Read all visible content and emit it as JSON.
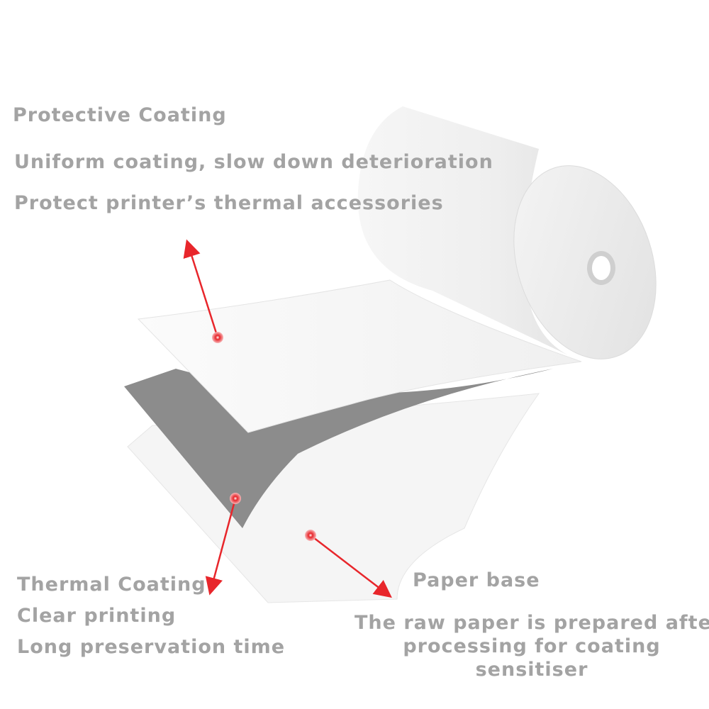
{
  "protective": {
    "title": "Protective Coating",
    "line1": "Uniform coating, slow down deterioration",
    "line2": "Protect printer’s thermal accessories"
  },
  "thermal": {
    "title": "Thermal Coating",
    "line1": "Clear printing",
    "line2": "Long preservation time"
  },
  "base": {
    "title": "Paper base",
    "line1": "The raw paper is prepared after",
    "line2": "processing for coating",
    "line3": "sensitiser"
  },
  "colors": {
    "text": "#a3a3a3",
    "arrow": "#e8262b",
    "thermal_layer": "#8c8c8c",
    "paper": "#f7f7f7"
  }
}
